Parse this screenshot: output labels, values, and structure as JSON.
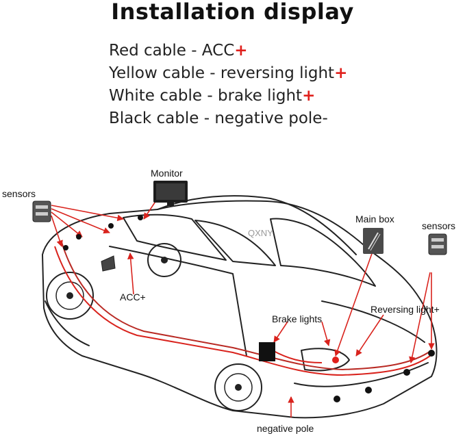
{
  "header": {
    "title": "Installation display"
  },
  "legend": [
    {
      "text": "Red cable - ACC",
      "suffix": "+"
    },
    {
      "text": "Yellow cable - reversing light",
      "suffix": "+"
    },
    {
      "text": "White cable - brake light",
      "suffix": "+"
    },
    {
      "text": "Black cable - negative pole-",
      "suffix": ""
    }
  ],
  "diagram": {
    "labels": {
      "monitor": "Monitor",
      "sensors_left": "sensors",
      "sensors_right": "sensors",
      "main_box": "Main box",
      "acc": "ACC+",
      "brake_lights": "Brake lights",
      "reversing_light": "Reversing light+",
      "negative_pole": "negative pole"
    },
    "watermark": "QXNY",
    "colors": {
      "cable_red": "#d9231d",
      "plus_red": "#e0201c",
      "outline": "#222222"
    }
  }
}
